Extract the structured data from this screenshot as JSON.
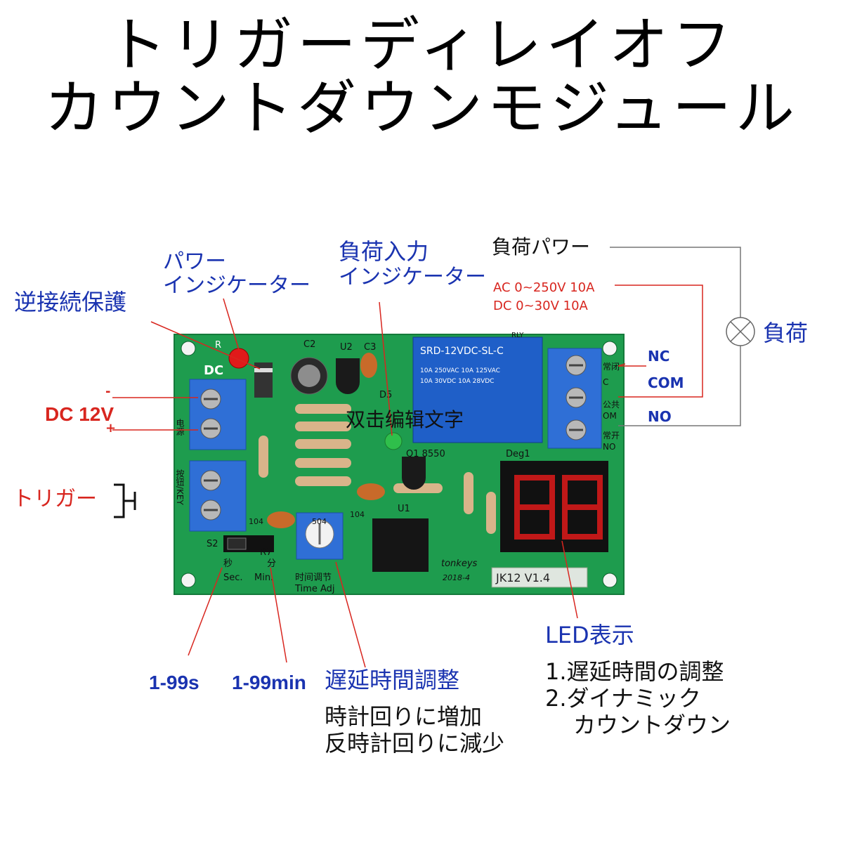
{
  "title": {
    "line1": "トリガーディレイオフ",
    "line2": "カウントダウンモジュール"
  },
  "labels": {
    "reverse_protection": "逆接続保護",
    "power_indicator_1": "パワー",
    "power_indicator_2": "インジケーター",
    "load_input_1": "負荷入力",
    "load_input_2": "インジケーター",
    "load_power": "負荷パワー",
    "rating_ac": "AC 0~250V 10A",
    "rating_dc": "DC 0~30V 10A",
    "load": "負荷",
    "nc": "NC",
    "com": "COM",
    "no": "NO",
    "dc12v": "DC 12V",
    "minus": "-",
    "plus": "+",
    "trigger": "トリガー",
    "sec_range": "1-99s",
    "min_range": "1-99min",
    "delay_adjust": "遅延時間調整",
    "clockwise": "時計回りに増加",
    "counterclockwise": "反時計回りに減少",
    "led_display": "LED表示",
    "led_note_1": "1.遅延時間の調整",
    "led_note_2": "2.ダイナミック",
    "led_note_3": "カウントダウン",
    "watermark": "双击编辑文字"
  },
  "board": {
    "dc": "DC",
    "r": "R",
    "c2": "C2",
    "u2": "U2",
    "c3": "C3",
    "d5": "D5",
    "q1": "Q1 8550",
    "rly": "RLY",
    "relay_model": "SRD-12VDC-SL-C",
    "relay_rating_1": "10A 250VAC  10A 125VAC",
    "relay_rating_2": "10A 30VDC  10A 28VDC",
    "deg": "Deg1",
    "u1": "U1",
    "r7": "R7",
    "s2": "S2",
    "cap104a": "104",
    "cap104b": "104",
    "pot": "504",
    "sec_cn": "秒",
    "min_cn": "分",
    "sec": "Sec.",
    "min": "Min.",
    "time_cn": "时间调节",
    "time_en": "Time Adj",
    "brand": "tonkeys",
    "year": "2018-4",
    "version": "JK12  V1.4",
    "power_cn": "电源",
    "key_cn": "按钮/KEY",
    "nc_cn": "常闭",
    "com_cn": "公共",
    "no_cn": "常开",
    "nc_short": "C",
    "com_short": "OM",
    "no_short": "NO"
  },
  "colors": {
    "pcb": "#1e9c4e",
    "terminal": "#2f6fd6",
    "relay": "#1f5fc8",
    "display": "#c01818",
    "blue_text": "#1a33b0",
    "red_text": "#d8261f"
  }
}
